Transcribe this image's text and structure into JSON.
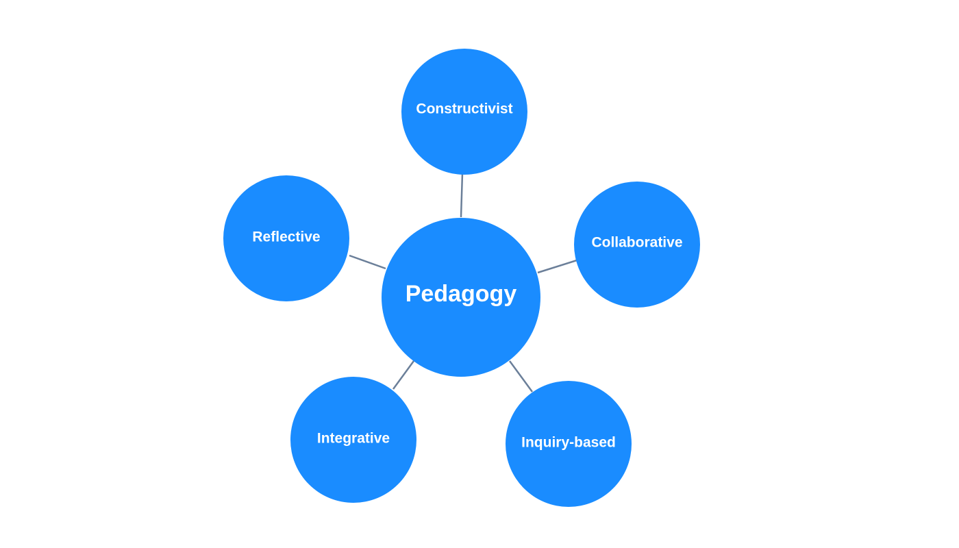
{
  "colors": {
    "background": "#ffffff",
    "node_fill": "#1a8cff",
    "connector": "#6b7f99",
    "label": "#ffffff"
  },
  "center": {
    "label": "Pedagogy"
  },
  "satellites": [
    {
      "id": "constructivist",
      "label": "Constructivist"
    },
    {
      "id": "collaborative",
      "label": "Collaborative"
    },
    {
      "id": "inquiry-based",
      "label": "Inquiry-based"
    },
    {
      "id": "integrative",
      "label": "Integrative"
    },
    {
      "id": "reflective",
      "label": "Reflective"
    }
  ]
}
